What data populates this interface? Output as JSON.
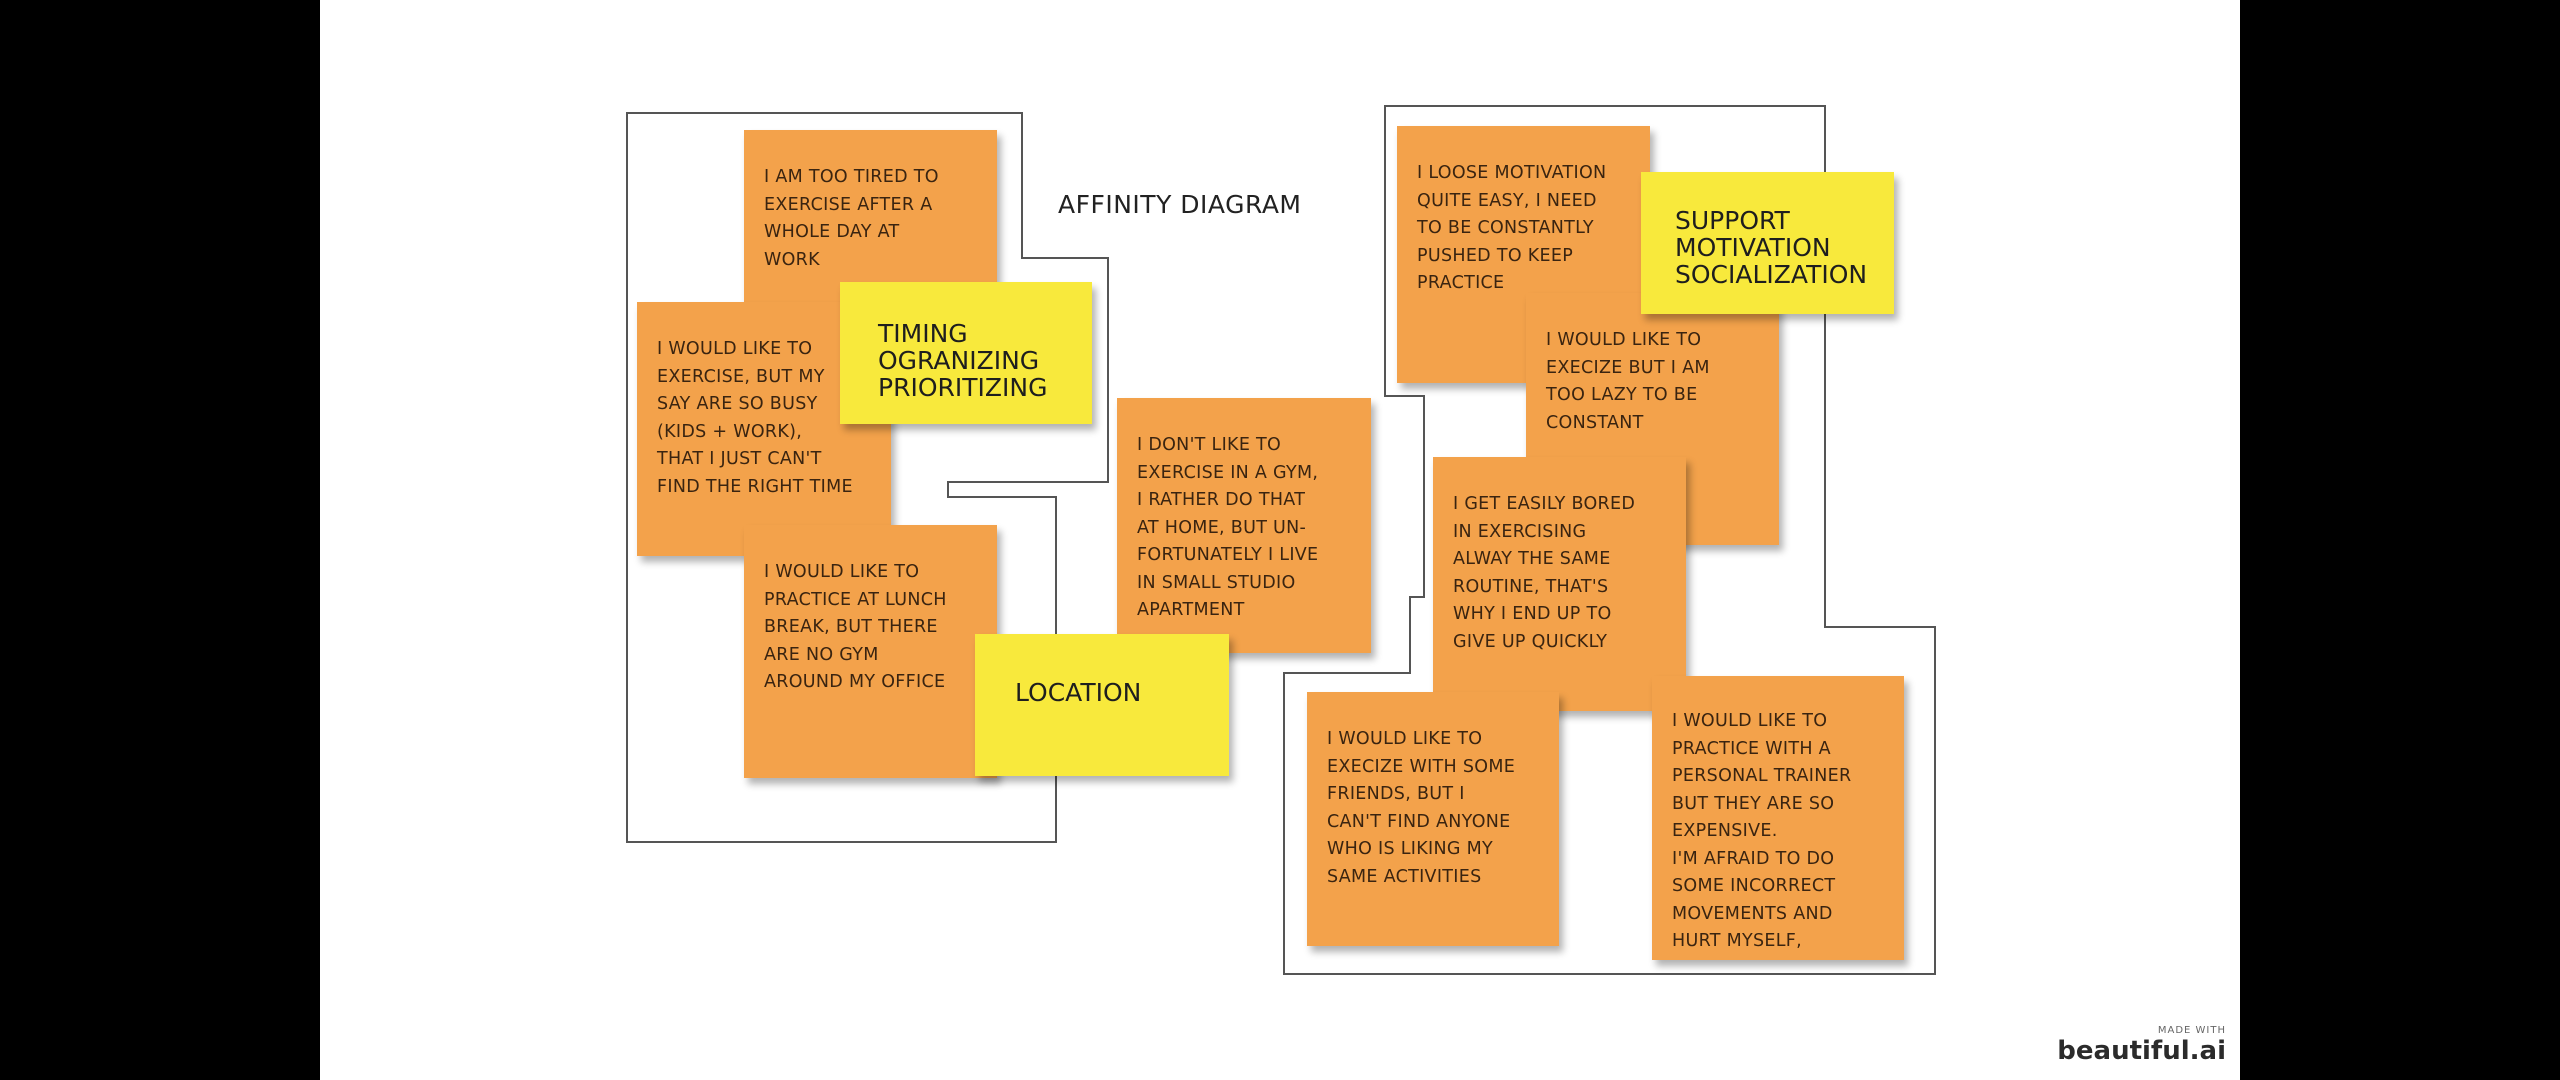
{
  "diagram": {
    "title": "AFFINITY DIAGRAM",
    "groups": {
      "timing_location": {
        "labels": {
          "timing": "TIMING\nOGRANIZING\nPRIORITIZING",
          "location": "LOCATION"
        },
        "notes": {
          "tired": "I am too tired to\nexercise after a\nwhole day at\nwork",
          "busy": "I would like to\nexercise, but my\nsay are so busy\n(kids + work),\nthat I just can't\nfind the right time",
          "lunch": "I would like to\npractice at lunch\nbreak, but there\nare no gym\naround my office",
          "gym": "I don't like to\nexercise in a Gym,\nI rather do that\nat home, but un-\nfortunately I live\nin small studio\napartment"
        }
      },
      "support": {
        "labels": {
          "support": "SUPPORT\nMOTIVATION\nSOCIALIZATION"
        },
        "notes": {
          "motivation": "I loose motivation\nquite easy, I need\nto be constantly\npushed to keep\npractice",
          "lazy": "I would like to\nexecize but I am\ntoo lazy to be\nconstant",
          "bored": "I get easily bored\nin exercising\nalway the same\nroutine, that's\nwhy I end up to\ngive up quickly",
          "friends": "I would like to\nexecize with some\nfriends, but I\ncan't find anyone\nwho is liking my\nsame activities",
          "trainer": "I would like to\npractice with a\npersonal trainer\nbut they are so\nexpensive.\nI'm afraid to do\nsome incorrect\nmovements and\nhurt myself,"
        }
      }
    }
  },
  "watermark": {
    "small": "MADE WITH",
    "brand": "beautiful.ai"
  },
  "colors": {
    "note_orange": "#f3a24b",
    "note_yellow": "#f8e93c",
    "outline": "#555555"
  }
}
